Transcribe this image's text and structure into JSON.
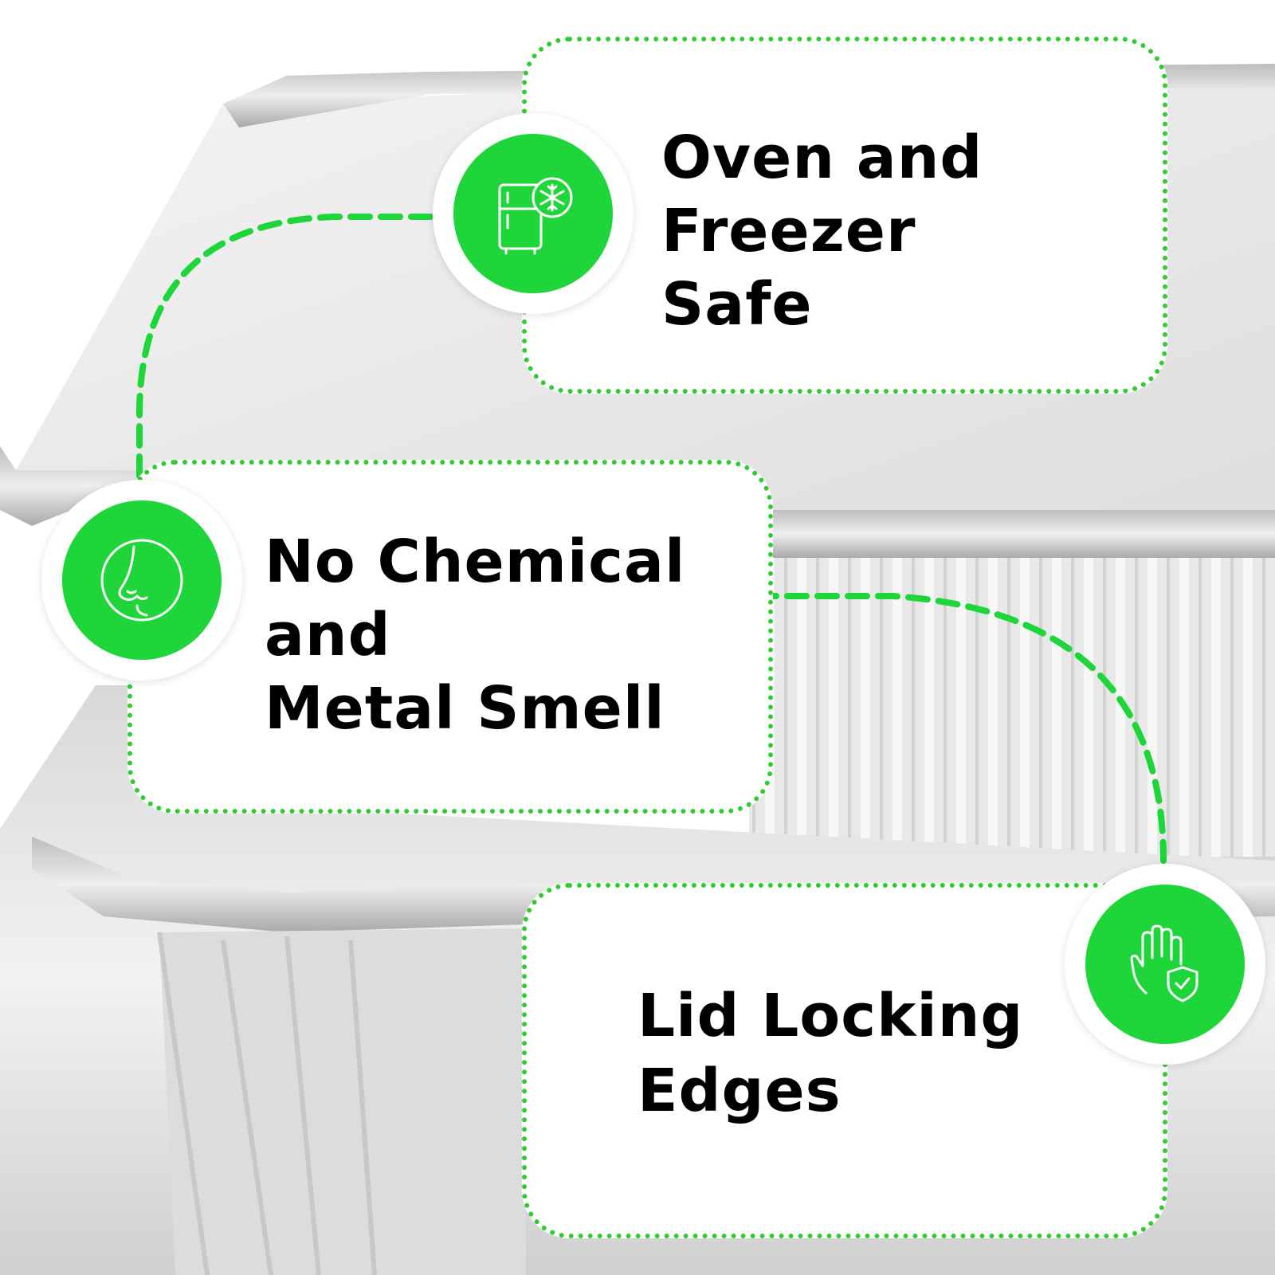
{
  "colors": {
    "accent": "#1ed53a",
    "card_border": "#2fcc2f",
    "text": "#000000",
    "background": "#e9e9e9"
  },
  "features": [
    {
      "icon": "fridge-snowflake-icon",
      "lines": [
        "Oven and",
        "Freezer",
        "Safe"
      ]
    },
    {
      "icon": "nose-icon",
      "lines": [
        "No Chemical",
        "and",
        "Metal Smell"
      ]
    },
    {
      "icon": "hand-shield-icon",
      "lines": [
        "Lid Locking",
        "Edges"
      ]
    }
  ]
}
